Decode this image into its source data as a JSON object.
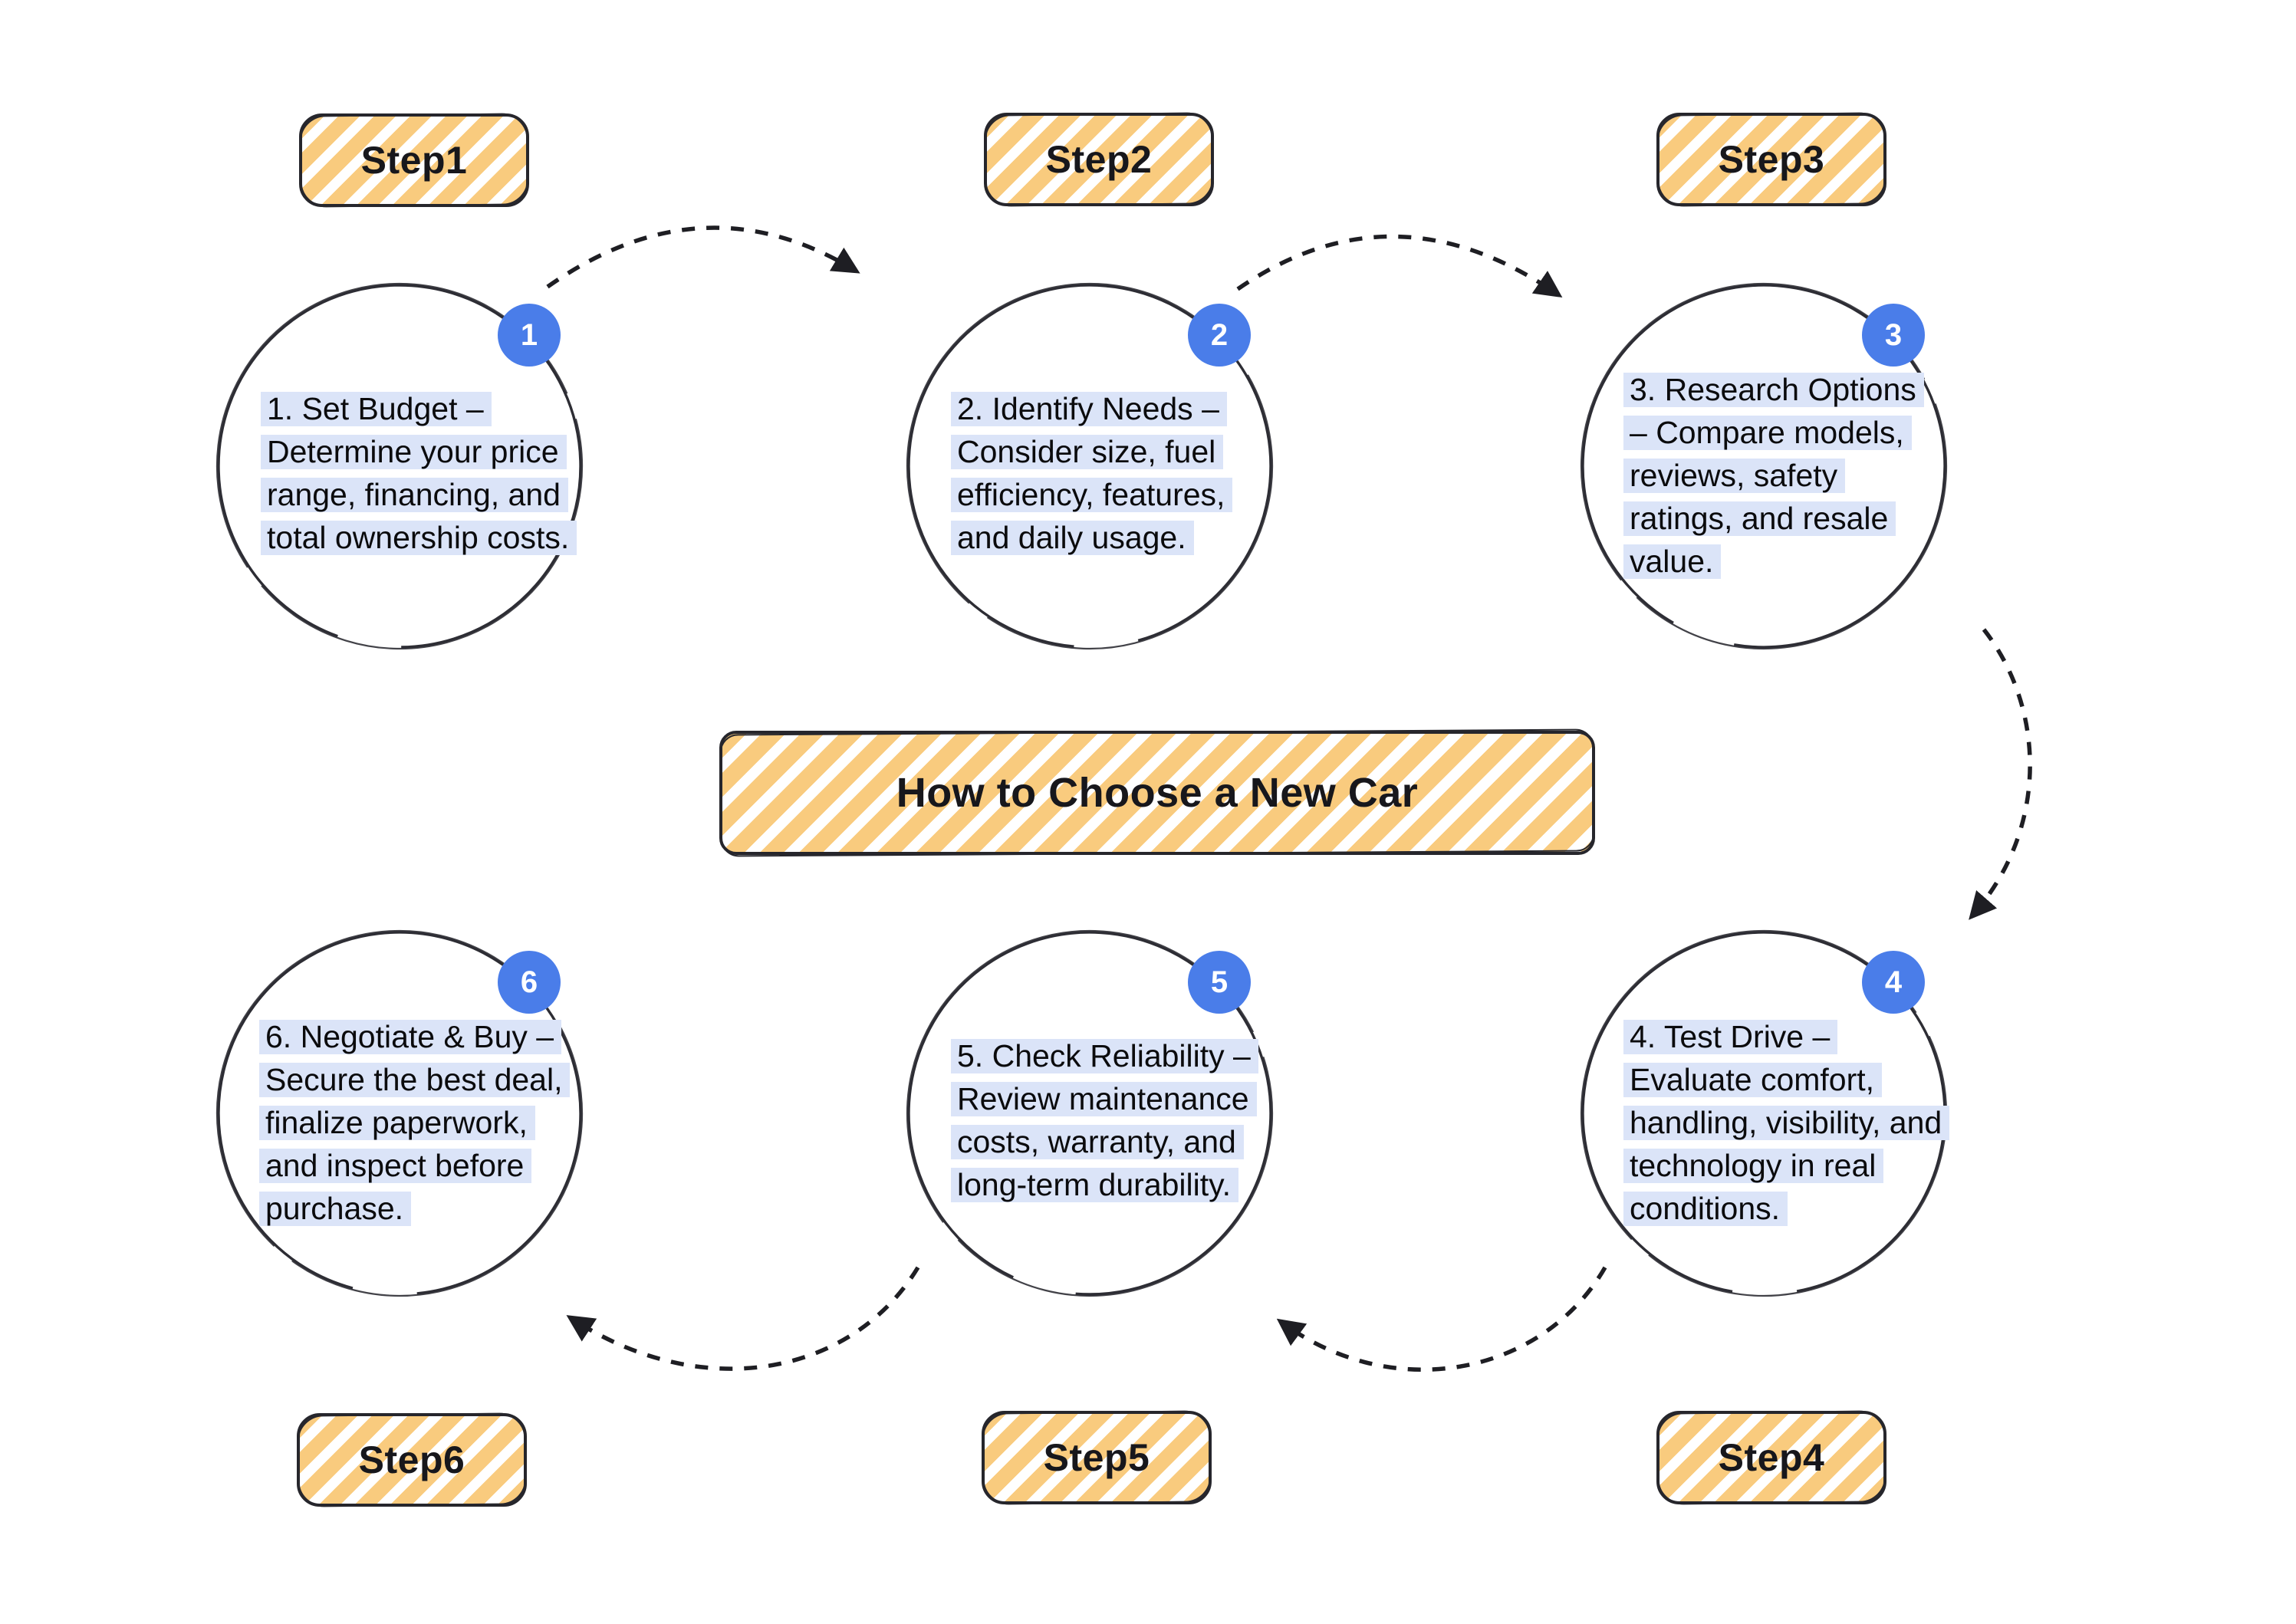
{
  "title": "How to Choose a New Car",
  "steps": [
    {
      "label": "Step1",
      "badge": "1",
      "lines": [
        "1. Set Budget –",
        "Determine your price",
        "range, financing, and",
        "total ownership costs."
      ]
    },
    {
      "label": "Step2",
      "badge": "2",
      "lines": [
        "2. Identify Needs –",
        "Consider size, fuel",
        "efficiency, features,",
        "and daily usage."
      ]
    },
    {
      "label": "Step3",
      "badge": "3",
      "lines": [
        "3. Research Options",
        "– Compare models,",
        "reviews, safety",
        "ratings, and resale",
        "value."
      ]
    },
    {
      "label": "Step4",
      "badge": "4",
      "lines": [
        "4. Test Drive –",
        "Evaluate comfort,",
        "handling, visibility, and",
        "technology in real",
        "conditions."
      ]
    },
    {
      "label": "Step5",
      "badge": "5",
      "lines": [
        "5. Check Reliability –",
        "Review maintenance",
        "costs, warranty, and",
        "long-term durability."
      ]
    },
    {
      "label": "Step6",
      "badge": "6",
      "lines": [
        "6. Negotiate & Buy –",
        "Secure the best deal,",
        "finalize paperwork,",
        "and inspect before",
        "purchase."
      ]
    }
  ],
  "colors": {
    "accent_fill": "#F9CB7E",
    "badge": "#4A7DE9",
    "highlight": "#DBE4F8",
    "ink": "#1E1E23"
  }
}
